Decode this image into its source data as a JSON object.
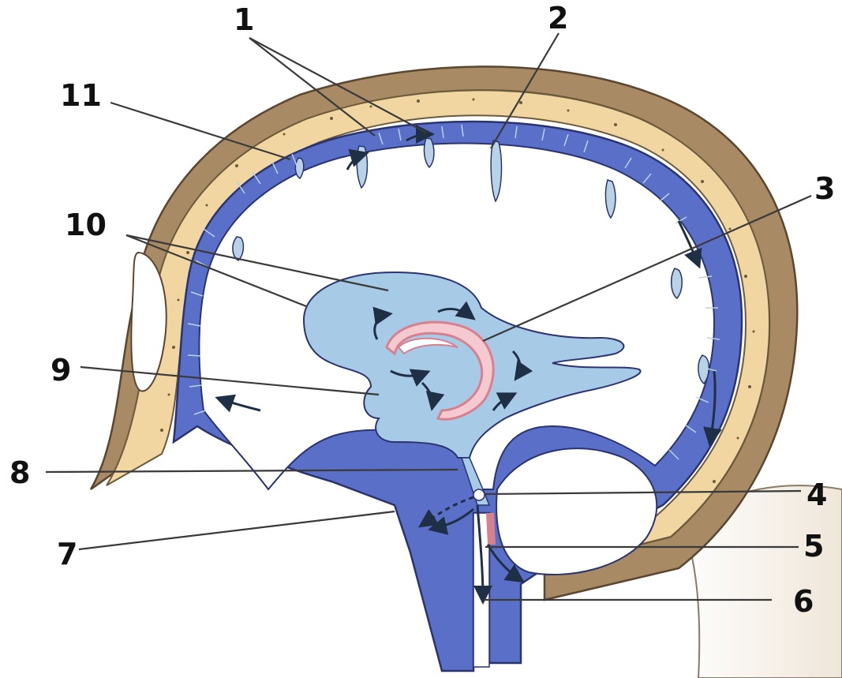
{
  "diagram": {
    "labels": [
      {
        "id": "1",
        "text": "1"
      },
      {
        "id": "2",
        "text": "2"
      },
      {
        "id": "3",
        "text": "3"
      },
      {
        "id": "4",
        "text": "4"
      },
      {
        "id": "5",
        "text": "5"
      },
      {
        "id": "6",
        "text": "6"
      },
      {
        "id": "7",
        "text": "7"
      },
      {
        "id": "8",
        "text": "8"
      },
      {
        "id": "9",
        "text": "9"
      },
      {
        "id": "10",
        "text": "10"
      },
      {
        "id": "11",
        "text": "11"
      }
    ],
    "colors": {
      "scalp": "#a88a64",
      "skull_bone": "#f1d6a2",
      "subarachnoid_space": "#5a6fc8",
      "villi": "#b9d2e6",
      "ventricles": "#a7cbe6",
      "choroid_plexus": "#d9808f",
      "flow_arrows": "#1f2f45",
      "label_text": "#111111"
    }
  }
}
